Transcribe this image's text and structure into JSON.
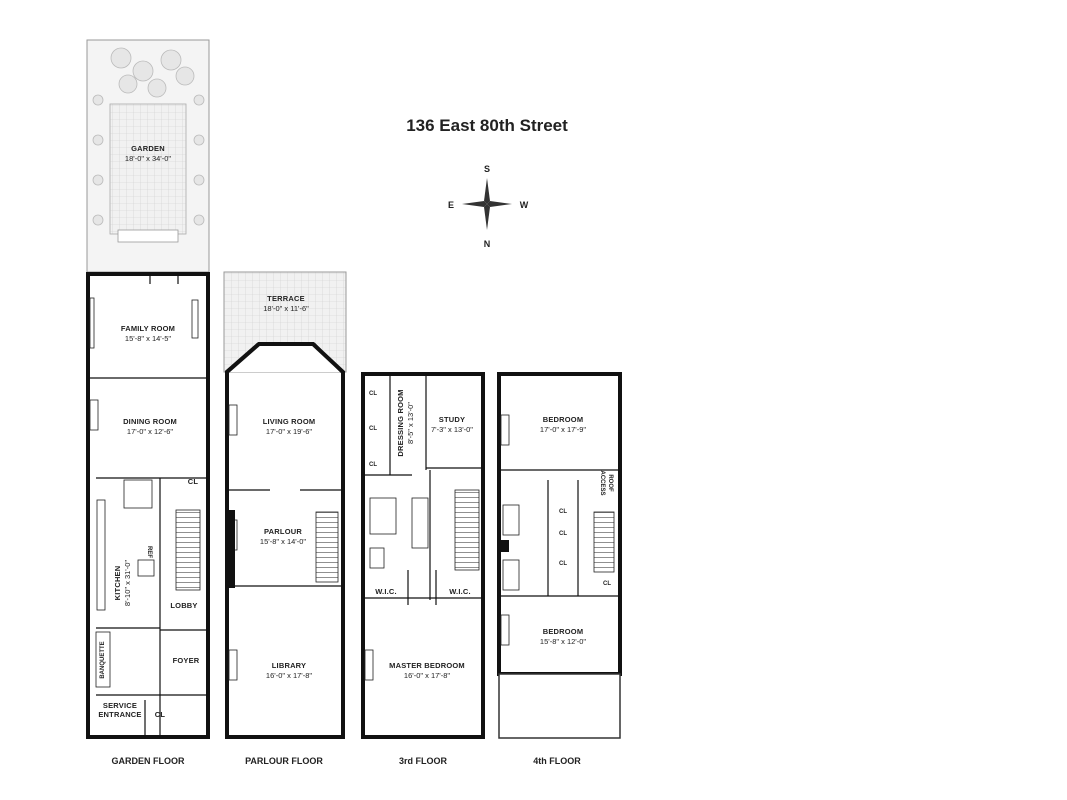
{
  "title": "136 East 80th Street",
  "compass": {
    "north": "N",
    "south": "S",
    "east": "E",
    "west": "W"
  },
  "floors": {
    "garden": {
      "label": "GARDEN FLOOR",
      "rooms": {
        "garden": {
          "name": "GARDEN",
          "dims": "18'-0\" x 34'-0\""
        },
        "family_room": {
          "name": "FAMILY ROOM",
          "dims": "15'-8\" x 14'-5\""
        },
        "dining_room": {
          "name": "DINING ROOM",
          "dims": "17'-0\" x 12'-6\""
        },
        "kitchen": {
          "name": "KITCHEN",
          "dims": "8'-10\" x 31'-0\""
        },
        "lobby": {
          "name": "LOBBY"
        },
        "foyer": {
          "name": "FOYER"
        },
        "service_entrance": {
          "name_line1": "SERVICE",
          "name_line2": "ENTRANCE"
        },
        "banquette": {
          "name": "BANQUETTE"
        },
        "ref": {
          "name": "REF"
        },
        "closet_1": {
          "name": "CL"
        },
        "closet_2": {
          "name": "CL"
        }
      }
    },
    "parlour": {
      "label": "PARLOUR FLOOR",
      "rooms": {
        "terrace": {
          "name": "TERRACE",
          "dims": "18'-0\" x 11'-6\""
        },
        "living_room": {
          "name": "LIVING ROOM",
          "dims": "17'-0\" x 19'-6\""
        },
        "parlour": {
          "name": "PARLOUR",
          "dims": "15'-8\" x 14'-0\""
        },
        "library": {
          "name": "LIBRARY",
          "dims": "16'-0\" x 17'-8\""
        }
      }
    },
    "third": {
      "label": "3rd FLOOR",
      "rooms": {
        "dressing_room": {
          "name": "DRESSING ROOM",
          "dims": "8'-5\" x 13'-0\""
        },
        "study": {
          "name": "STUDY",
          "dims": "7'-3\" x 13'-0\""
        },
        "master_bedroom": {
          "name": "MASTER BEDROOM",
          "dims": "16'-0\" x 17'-8\""
        },
        "wic_1": {
          "name": "W.I.C."
        },
        "wic_2": {
          "name": "W.I.C."
        },
        "closet_1": {
          "name": "CL"
        },
        "closet_2": {
          "name": "CL"
        },
        "closet_3": {
          "name": "CL"
        }
      }
    },
    "fourth": {
      "label": "4th FLOOR",
      "rooms": {
        "bedroom_1": {
          "name": "BEDROOM",
          "dims": "17'-0\" x 17'-9\""
        },
        "bedroom_2": {
          "name": "BEDROOM",
          "dims": "15'-8\" x 12'-0\""
        },
        "access_roof": {
          "name_line1": "ACCESS",
          "name_line2": "ROOF"
        },
        "closet_1": {
          "name": "CL"
        },
        "closet_2": {
          "name": "CL"
        },
        "closet_3": {
          "name": "CL"
        },
        "closet_4": {
          "name": "CL"
        }
      }
    }
  }
}
